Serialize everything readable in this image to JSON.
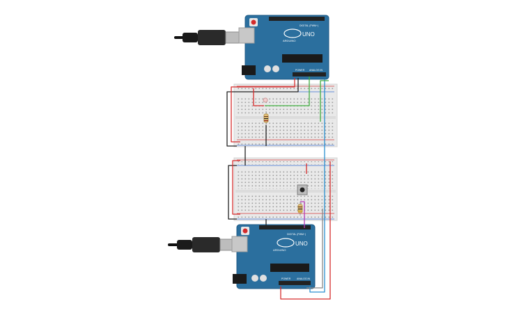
{
  "boards": [
    {
      "id": "top",
      "model_label": "UNO",
      "brand_label": "ARDUINO",
      "digital_label": "DIGITAL (PWM~)",
      "power_label": "POWER",
      "analog_label": "ANALOG IN"
    },
    {
      "id": "bottom",
      "model_label": "UNO",
      "brand_label": "ARDUINO",
      "digital_label": "DIGITAL (PWM~)",
      "power_label": "POWER",
      "analog_label": "ANALOG IN"
    }
  ],
  "colors": {
    "board": "#2b6f9e",
    "board_edge": "#1f5a84",
    "breadboard": "#e9e9e9",
    "rail_red": "#d33b3b",
    "rail_blue": "#3b6fd3",
    "wire_red": "#d62b2b",
    "wire_black": "#222222",
    "wire_green": "#3fae3f",
    "wire_blue": "#2a8fd0",
    "wire_magenta": "#b63ab6",
    "wire_gray": "#888888"
  },
  "components": {
    "top": [
      "usb-cable",
      "arduino-uno",
      "breadboard",
      "resistor",
      "led"
    ],
    "bottom": [
      "usb-cable",
      "arduino-uno",
      "breadboard",
      "resistor",
      "pushbutton"
    ]
  }
}
